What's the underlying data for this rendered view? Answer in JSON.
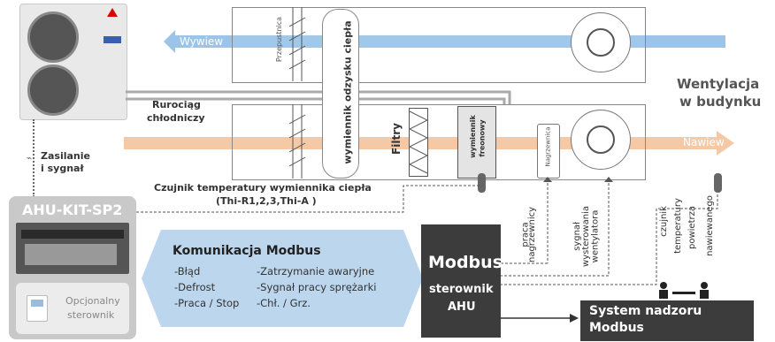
{
  "outdoor_unit": {
    "brand_logo": "mitsubishi-logo",
    "power_label_line1": "Zasilanie",
    "power_label_line2": "i sygnał"
  },
  "airflow": {
    "exhaust_label": "Wywiew",
    "supply_label": "Nawiew",
    "building_vent_line1": "Wentylacja",
    "building_vent_line2": "w budynku"
  },
  "pipeline": {
    "line1": "Rurociąg",
    "line2": "chłodniczy"
  },
  "ahu": {
    "damper_label": "Przepustnica",
    "heat_recovery_label": "wymiennik odzysku ciepła",
    "filters_label": "Filtry",
    "freon_exchanger_line1": "wymiennik",
    "freon_exchanger_line2": "freonowy",
    "heater_label": "Nagrzewnica"
  },
  "sensor": {
    "line1": "Czujnik temperatury wymiennika ciepła",
    "line2": "(Thi-R1,2,3,Thi-A )"
  },
  "kit": {
    "title": "AHU-KIT-SP2",
    "optional_line1": "Opcjonalny",
    "optional_line2": "sterownik"
  },
  "modbus_comm": {
    "title": "Komunikacja Modbus",
    "left_items": [
      "-Błąd",
      "-Defrost",
      "-Praca / Stop"
    ],
    "right_items": [
      "-Zatrzymanie awaryjne",
      "-Sygnał pracy sprężarki",
      "-Chł. / Grz."
    ]
  },
  "controller": {
    "title": "Modbus",
    "line2": "sterownik",
    "line3": "AHU"
  },
  "signals": {
    "heater_work_line1": "praca",
    "heater_work_line2": "nagrzewnicy",
    "fan_signal_line1": "sygnał",
    "fan_signal_line2": "wysterowania",
    "fan_signal_line3": "wentylatora",
    "supply_sensor_line1": "czujnik",
    "supply_sensor_line2": "temperatury",
    "supply_sensor_line3": "powietrza",
    "supply_sensor_line4": "nawiewanego"
  },
  "supervision": {
    "line1": "System nadzoru",
    "line2": "Modbus"
  },
  "colors": {
    "exhaust_blue": "#9cc4e8",
    "supply_orange": "#f6c9a6",
    "comm_blue": "#bcd6ee",
    "dark_box": "#3c3c3c",
    "kit_grey": "#c9c9c9"
  }
}
